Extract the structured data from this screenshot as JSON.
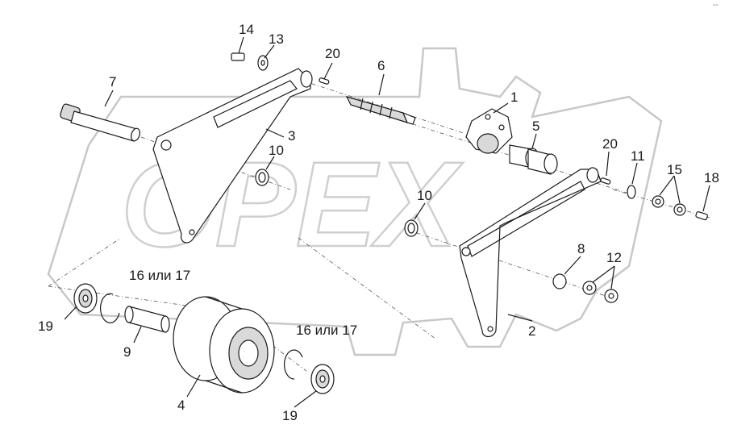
{
  "watermark": {
    "text": "OPEX"
  },
  "corner_mark": "--",
  "callouts": [
    {
      "id": "c1",
      "text": "1"
    },
    {
      "id": "c2",
      "text": "2"
    },
    {
      "id": "c3",
      "text": "3"
    },
    {
      "id": "c4",
      "text": "4"
    },
    {
      "id": "c5",
      "text": "5"
    },
    {
      "id": "c6",
      "text": "6"
    },
    {
      "id": "c7",
      "text": "7"
    },
    {
      "id": "c8",
      "text": "8"
    },
    {
      "id": "c9",
      "text": "9"
    },
    {
      "id": "c10a",
      "text": "10"
    },
    {
      "id": "c10b",
      "text": "10"
    },
    {
      "id": "c11",
      "text": "11"
    },
    {
      "id": "c12",
      "text": "12"
    },
    {
      "id": "c13",
      "text": "13"
    },
    {
      "id": "c14",
      "text": "14"
    },
    {
      "id": "c15",
      "text": "15"
    },
    {
      "id": "c16a",
      "text": "16 или 17"
    },
    {
      "id": "c16b",
      "text": "16 или 17"
    },
    {
      "id": "c18",
      "text": "18"
    },
    {
      "id": "c19a",
      "text": "19"
    },
    {
      "id": "c19b",
      "text": "19"
    },
    {
      "id": "c20a",
      "text": "20"
    },
    {
      "id": "c20b",
      "text": "20"
    }
  ]
}
